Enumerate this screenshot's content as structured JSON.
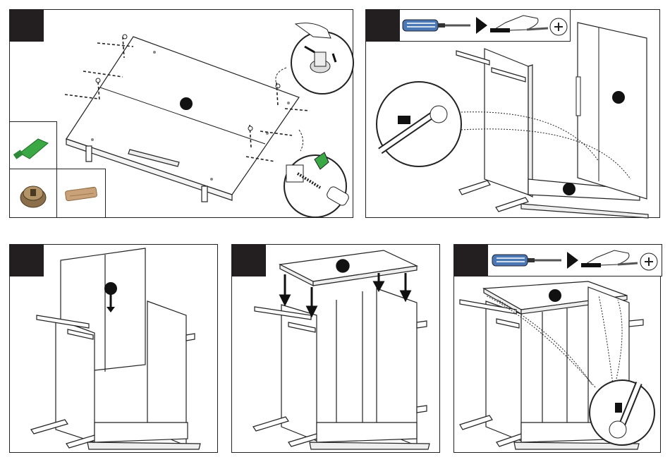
{
  "steps": [
    {
      "id": "step-1"
    },
    {
      "id": "step-2"
    },
    {
      "id": "step-3"
    },
    {
      "id": "step-4"
    },
    {
      "id": "step-5"
    }
  ],
  "icons": {
    "screwdriver": "screwdriver-icon",
    "hand": "hand-turning-icon",
    "rotate": "rotate-clockwise-icon",
    "glue": "glue-tube-icon",
    "cam": "cam-lock-icon",
    "dowel": "wooden-dowel-icon",
    "hammer": "hammer-icon"
  },
  "colors": {
    "badge": "#231f20",
    "screwdriver_handle": "#4a78b5",
    "glue": "#3aa845",
    "dowel": "#c9a27a",
    "line": "#222222"
  }
}
